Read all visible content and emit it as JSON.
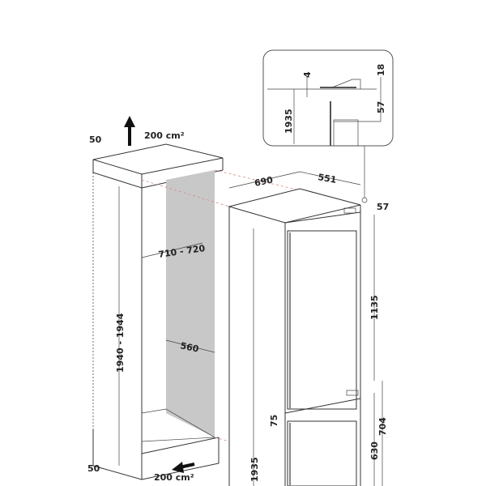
{
  "cabinet": {
    "top_gap": "50",
    "top_vent": "200 cm²",
    "bottom_gap": "50",
    "bottom_vent": "200 cm²",
    "height": "1940 - 1944",
    "depth": "710 - 720",
    "width": "560"
  },
  "appliance": {
    "depth": "690",
    "width": "551",
    "top_offset": "57",
    "upper_door": "1135",
    "door_gap": "75",
    "lower_section": "704",
    "lower_door": "630",
    "height": "1935"
  },
  "detail": {
    "gap": "4",
    "top_clearance": "18",
    "hinge_offset": "57",
    "height": "1935"
  },
  "colors": {
    "line": "#333333",
    "back_panel": "#c8c8c8",
    "guide": "#d58a8a"
  }
}
